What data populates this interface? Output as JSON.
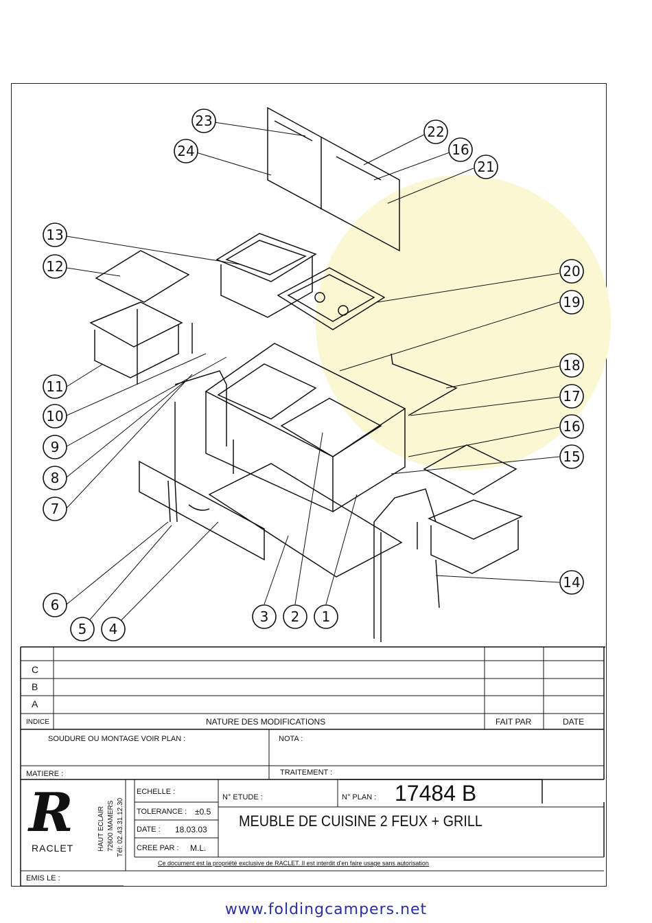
{
  "callouts": [
    "1",
    "2",
    "3",
    "4",
    "5",
    "6",
    "7",
    "8",
    "9",
    "10",
    "11",
    "12",
    "13",
    "14",
    "15",
    "16",
    "17",
    "18",
    "19",
    "20",
    "21",
    "22",
    "23",
    "24",
    "16"
  ],
  "title_block": {
    "revisions": [
      "C",
      "B",
      "A"
    ],
    "indice_label": "INDICE",
    "nature_label": "NATURE DES MODIFICATIONS",
    "fait_par_label": "FAIT PAR",
    "date_label": "DATE",
    "soudure_label": "SOUDURE OU MONTAGE VOIR PLAN :",
    "nota_label": "NOTA :",
    "matiere_label": "MATIERE :",
    "traitement_label": "TRAITEMENT :",
    "echelle_label": "ECHELLE :",
    "tolerance_label": "TOLERANCE :",
    "tolerance_value": "±0.5",
    "date_field_label": "DATE :",
    "date_value": "18.03.03",
    "cree_par_label": "CREE PAR :",
    "cree_par_value": "M.L.",
    "etude_label": "N° ETUDE :",
    "plan_label": "N° PLAN :",
    "plan_number": "17484 B",
    "title": "MEUBLE DE CUISINE 2 FEUX + GRILL",
    "notice": "Ce document est la propriété exclusive de RACLET. Il est interdit d'en faire usage sans autorisation",
    "emis_le_label": "EMIS LE :",
    "company_logo_letter": "R",
    "company_name": "RACLET",
    "address_line1": "HAUT ECLAIR",
    "address_line2": "72600 MAMERS",
    "address_line3": "Tél: 02.43.31.12.30"
  },
  "footer_url": "www.foldingcampers.net"
}
